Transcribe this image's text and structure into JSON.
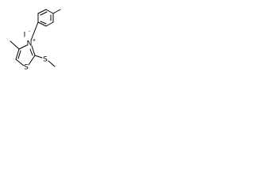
{
  "structure": {
    "atoms": {
      "iodide": "I",
      "iodide_charge": "-",
      "nitrogen": "N",
      "nitrogen_charge": "+",
      "ring_sulfur": "S",
      "thioether_sulfur": "S"
    }
  }
}
